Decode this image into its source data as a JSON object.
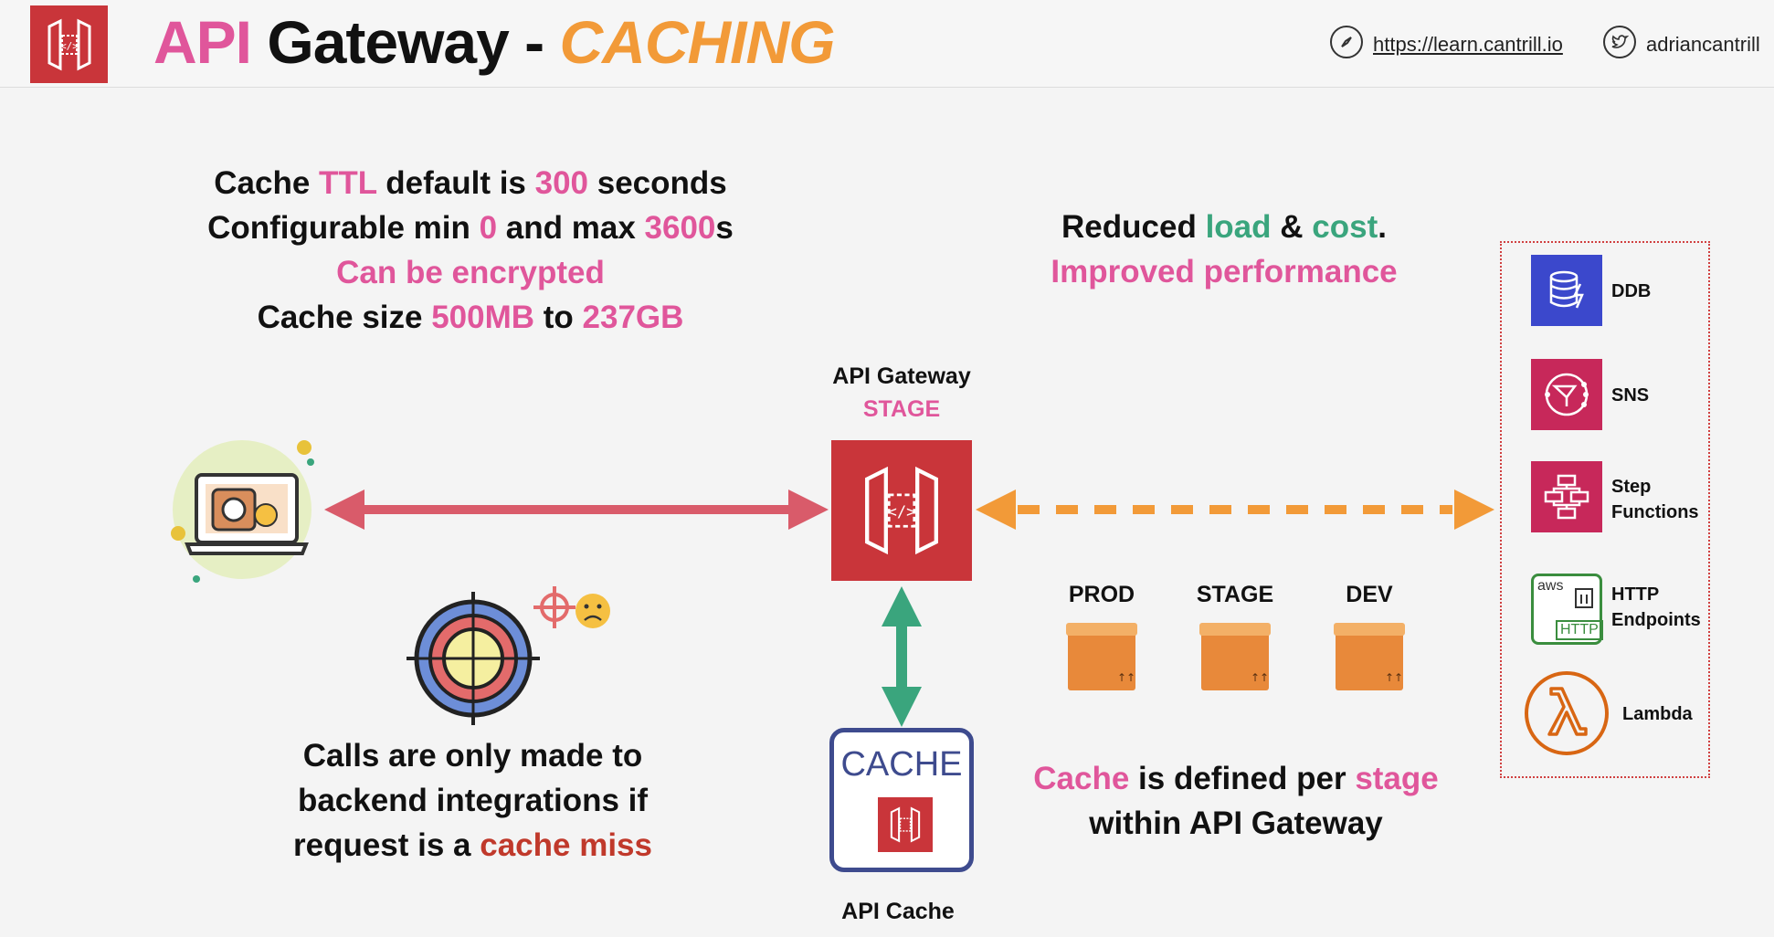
{
  "header": {
    "title_api": "API",
    "title_main": " Gateway - ",
    "title_sub": "CACHING",
    "link_url": "https://learn.cantrill.io",
    "twitter": "adriancantrill",
    "logo_icon": "api-gateway-icon",
    "compass_icon": "compass-icon",
    "twitter_icon": "twitter-icon"
  },
  "left_info": {
    "l1_a": "Cache ",
    "l1_b": "TTL",
    "l1_c": " default is ",
    "l1_d": "300",
    "l1_e": " seconds",
    "l2_a": "Configurable min ",
    "l2_b": "0",
    "l2_c": " and max ",
    "l2_d": "3600",
    "l2_e": "s",
    "l3": "Can be encrypted",
    "l4_a": "Cache size ",
    "l4_b": "500MB",
    "l4_c": " to ",
    "l4_d": "237GB"
  },
  "right_info": {
    "l1_a": "Reduced ",
    "l1_b": "load",
    "l1_c": " & ",
    "l1_d": "cost",
    "l1_e": ".",
    "l2": "Improved performance"
  },
  "gateway": {
    "title": "API Gateway",
    "subtitle": "STAGE"
  },
  "cache": {
    "box_label": "CACHE",
    "caption": "API Cache"
  },
  "stages": [
    "PROD",
    "STAGE",
    "DEV"
  ],
  "stage_note": {
    "a": "Cache",
    "b": " is defined per ",
    "c": "stage",
    "d": "within API Gateway"
  },
  "miss_note": {
    "l1": "Calls are only made to",
    "l2": "backend integrations if",
    "l3_a": "request is a ",
    "l3_b": "cache miss"
  },
  "services": [
    {
      "label": "DDB",
      "color": "#3b48cc",
      "icon": "dynamodb-icon"
    },
    {
      "label": "SNS",
      "color": "#c7285a",
      "icon": "sns-icon"
    },
    {
      "label_1": "Step",
      "label_2": "Functions",
      "color": "#c7285a",
      "icon": "step-functions-icon"
    },
    {
      "label_1": "HTTP",
      "label_2": "Endpoints",
      "color": "#3a8d3e",
      "icon": "http-endpoint-icon",
      "icon_text_1": "aws",
      "icon_text_2": "HTTP"
    },
    {
      "label": "Lambda",
      "color": "#d86613",
      "icon": "lambda-icon"
    }
  ],
  "colors": {
    "accent_pink": "#e0569b",
    "accent_orange": "#f29a38",
    "accent_green": "#3aa57d",
    "client_arrow": "#d95b6a",
    "backend_arrow": "#f29a38",
    "cache_arrow": "#3aa57d",
    "gateway_red": "#c9353a",
    "cache_border": "#3e4b8e"
  }
}
